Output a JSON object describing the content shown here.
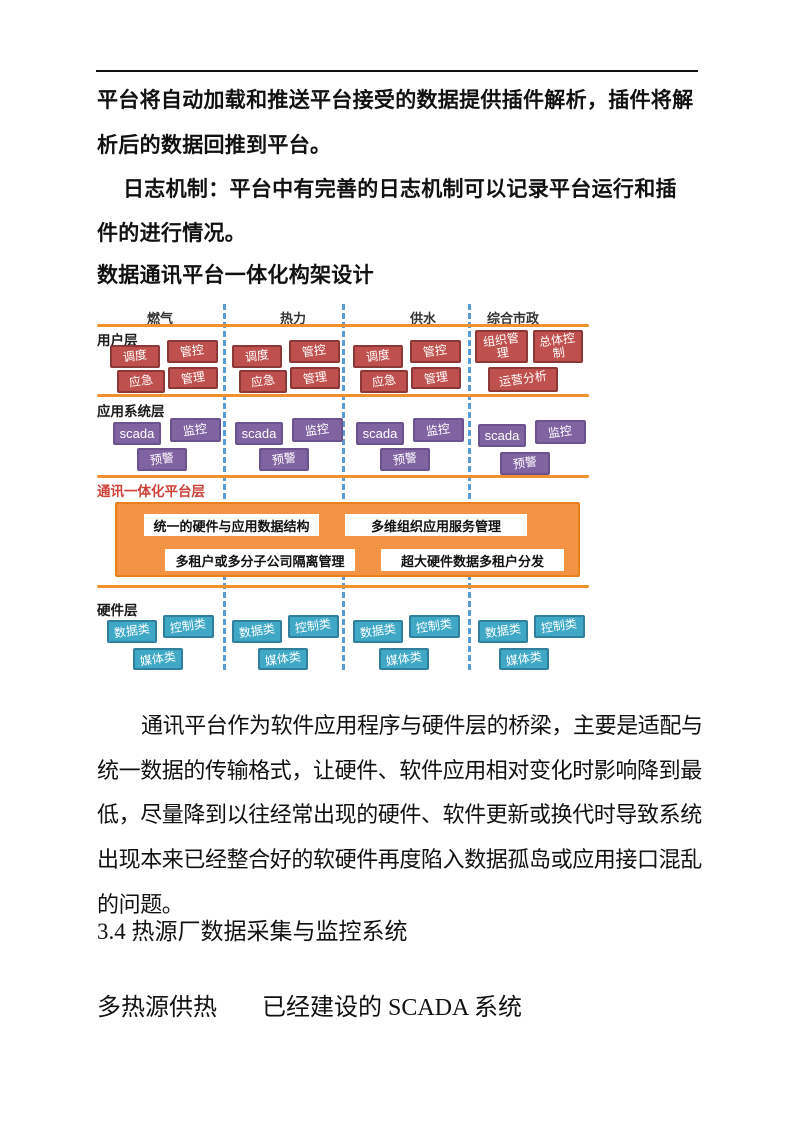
{
  "intro_lines": [
    "平台将自动加载和推送平台接受的数据提供插件解析，插件将解",
    "析后的数据回推到平台。",
    "日志机制：平台中有完善的日志机制可以记录平台运行和插",
    "件的进行情况。",
    "数据通讯平台一体化构架设计"
  ],
  "diagram": {
    "headers": [
      "燃气",
      "热力",
      "供水",
      "综合市政"
    ],
    "layer_labels": {
      "user": "用户层",
      "app": "应用系统层",
      "platform": "通讯一体化平台层",
      "hardware": "硬件层"
    },
    "user_boxes": {
      "dispatch": "调度",
      "supervise": "管控",
      "emergency": "应急",
      "manage": "管理"
    },
    "muni_boxes": {
      "org_manage": "组织管理",
      "overall_control": "总体控制",
      "operation_analysis": "运营分析"
    },
    "app_boxes": {
      "scada": "scada",
      "monitor": "监控",
      "early_warning": "预警"
    },
    "platform_boxes": [
      "统一的硬件与应用数据结构",
      "多维组织应用服务管理",
      "多租户或多分子公司隔离管理",
      "超大硬件数据多租户分发"
    ],
    "hardware_boxes": {
      "data": "数据类",
      "control": "控制类",
      "media": "媒体类"
    },
    "colors": {
      "red": "#C0504D",
      "purple": "#8064A2",
      "teal": "#3FA8C6",
      "orange": "#F59345",
      "line_orange": "#F0912D",
      "dashed_blue": "#5B9BD5",
      "platform_label_red": "#CC4138"
    }
  },
  "body_lines": [
    "通讯平台作为软件应用程序与硬件层的桥梁，主要是适配与",
    "统一数据的传输格式，让硬件、软件应用相对变化时影响降到最",
    "低，尽量降到以往经常出现的硬件、软件更新或换代时导致系统",
    "出现本来已经整合好的软硬件再度陷入数据孤岛或应用接口混乱",
    "的问题。"
  ],
  "section_heading": "3.4 热源厂数据采集与监控系统",
  "footer_line": {
    "left": "多热源供热",
    "right": "已经建设的 SCADA 系统"
  }
}
